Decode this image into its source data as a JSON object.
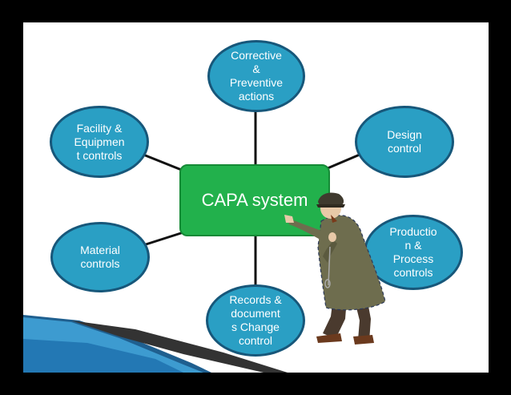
{
  "center": {
    "label": "CAPA system"
  },
  "nodes": [
    {
      "id": "top",
      "label": "Corrective\n&\nPreventive\nactions"
    },
    {
      "id": "top-left",
      "label": "Facility &\nEquipmen\nt controls"
    },
    {
      "id": "top-right",
      "label": "Design\ncontrol"
    },
    {
      "id": "bottom-left",
      "label": "Material\ncontrols"
    },
    {
      "id": "bottom-right",
      "label": "Productio\nn &\nProcess\ncontrols"
    },
    {
      "id": "bottom",
      "label": "Records &\ndocument\ns Change\ncontrol"
    }
  ],
  "colors": {
    "node_fill": "#2a9fc4",
    "node_border": "#17577a",
    "center_fill": "#22b14c",
    "background": "#ffffff",
    "frame": "#000000"
  }
}
